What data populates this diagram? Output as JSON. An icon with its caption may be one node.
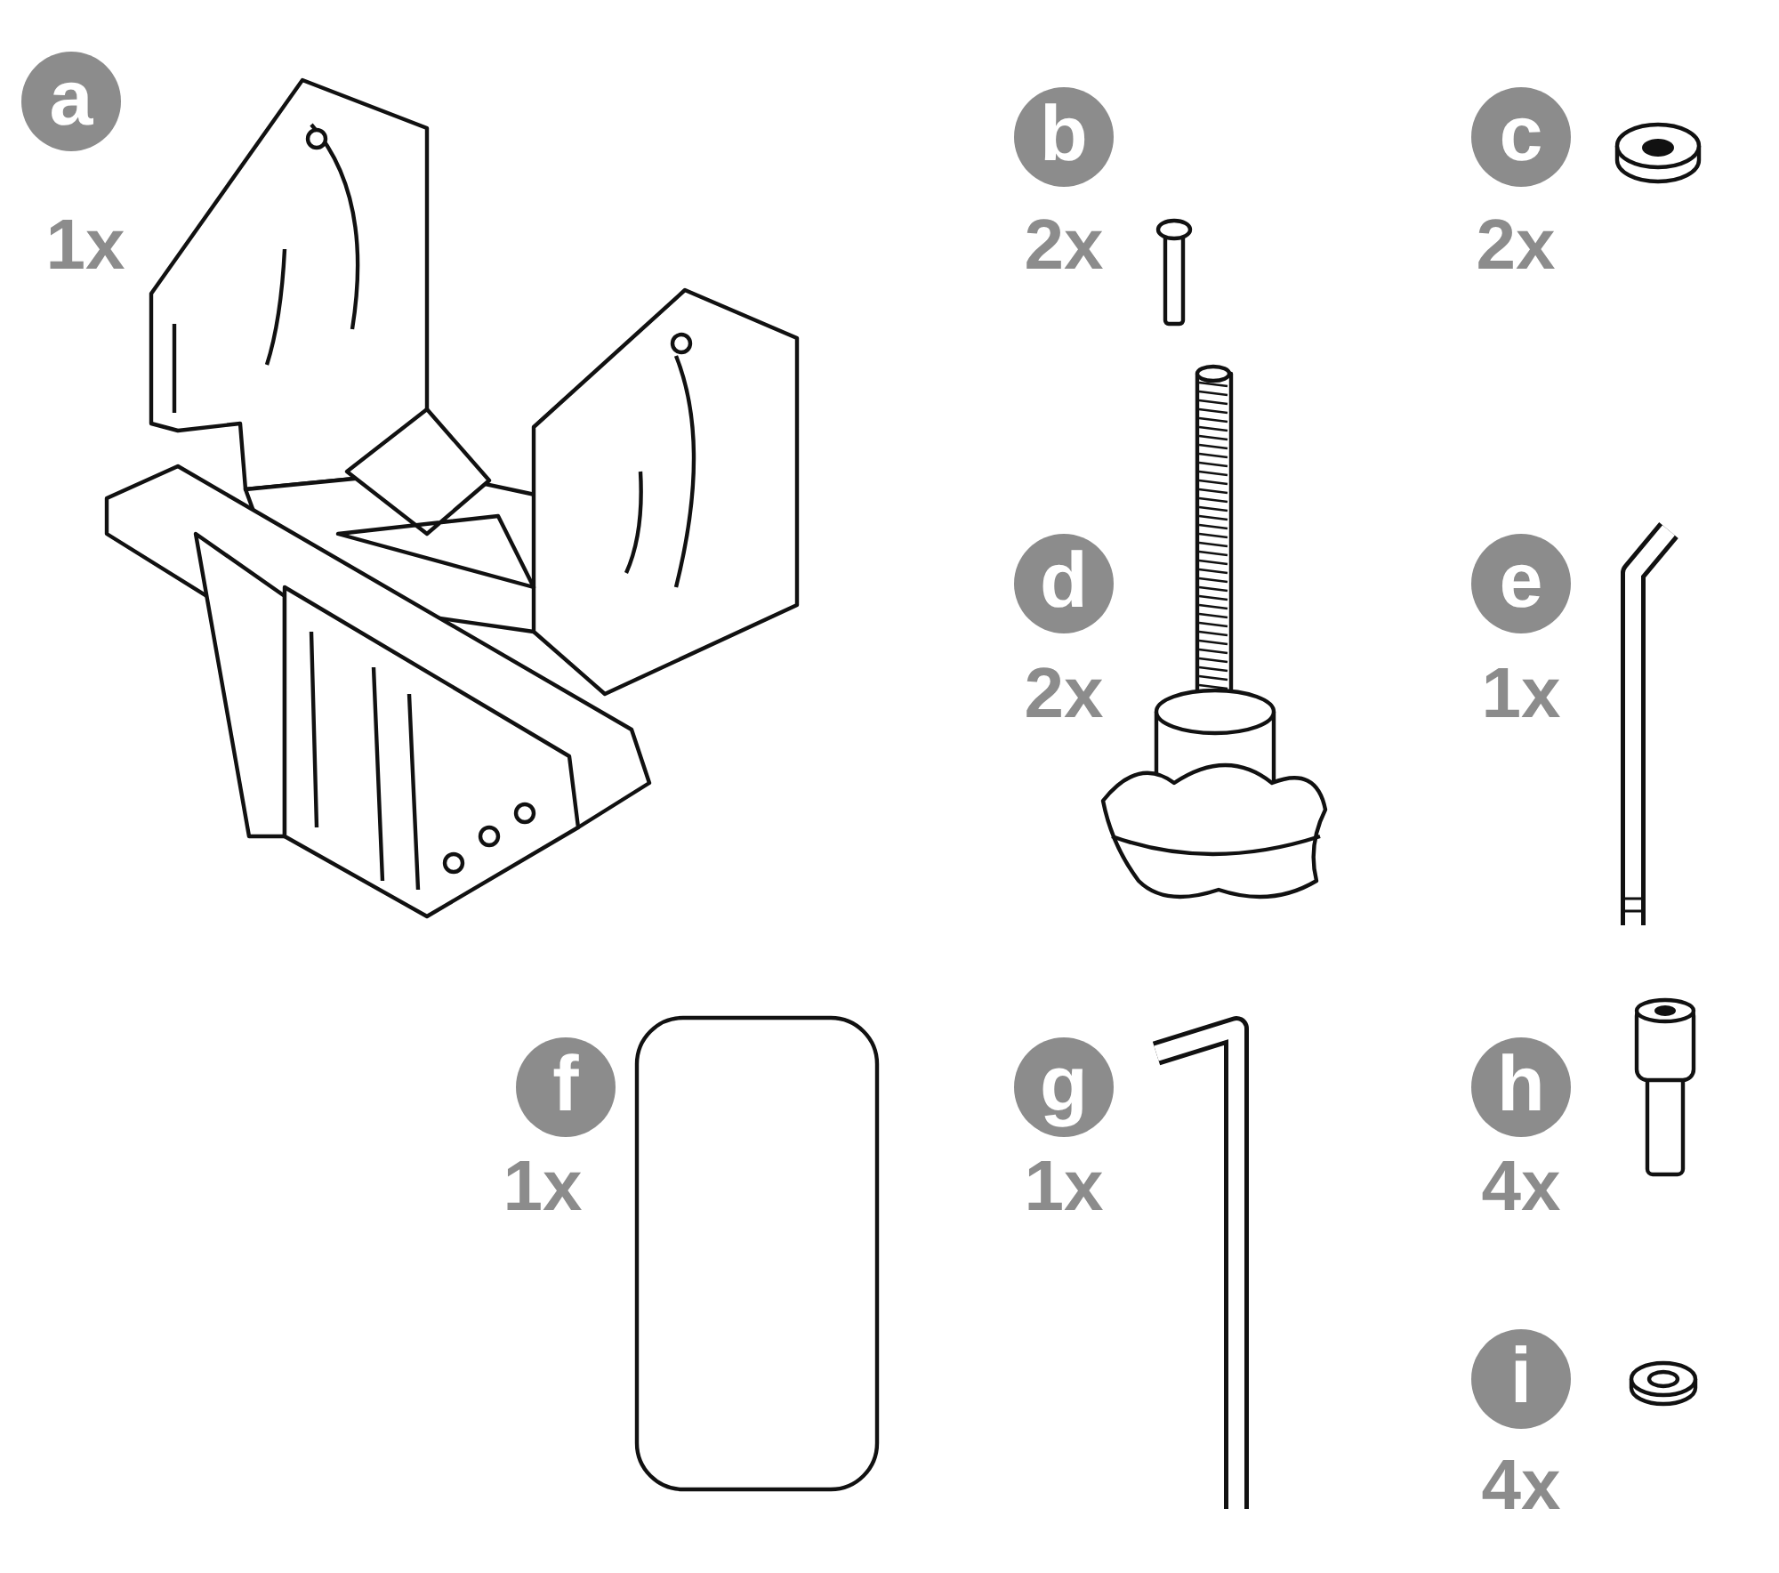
{
  "diagram": {
    "labels": [
      "a",
      "1x",
      "b",
      "2x",
      "c",
      "2x",
      "d",
      "2x",
      "e",
      "1x",
      "f",
      "1x",
      "g",
      "1x",
      "h",
      "4x",
      "i",
      "4x"
    ]
  }
}
